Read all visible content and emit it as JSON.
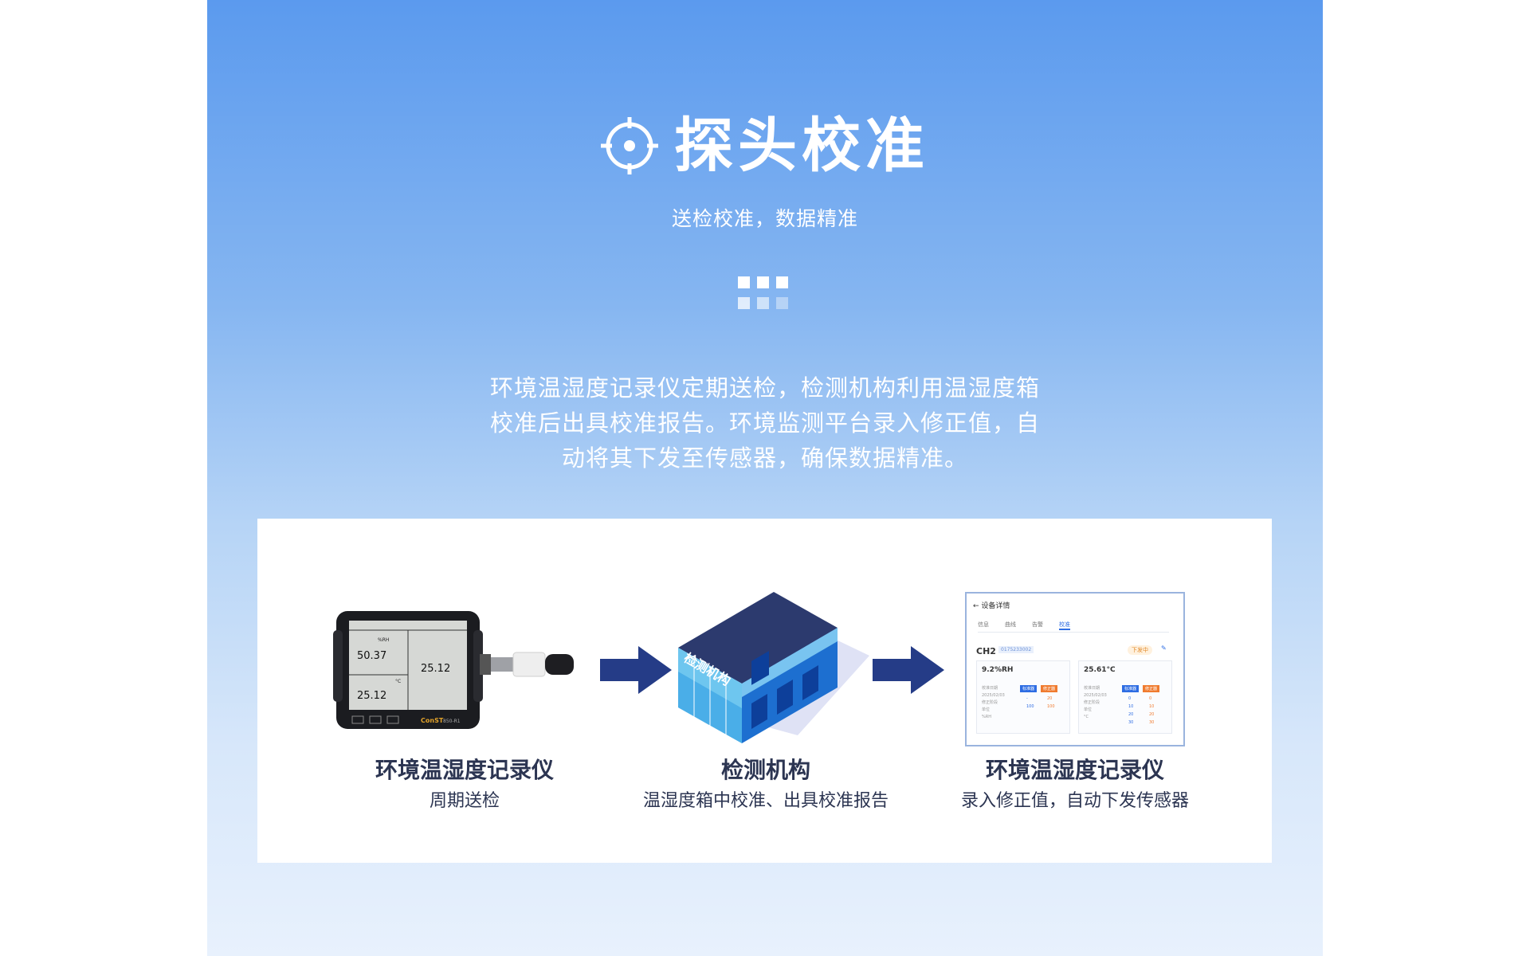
{
  "header": {
    "icon": "crosshair-icon",
    "title": "探头校准",
    "subtitle": "送检校准，数据精准"
  },
  "description": {
    "line1": "环境温湿度记录仪定期送检，检测机构利用温湿度箱",
    "line2": "校准后出具校准报告。环境监测平台录入修正值，自",
    "line3": "动将其下发至传感器，确保数据精准。"
  },
  "flow": {
    "step1": {
      "title": "环境温湿度记录仪",
      "subtitle": "周期送检"
    },
    "step2": {
      "title": "检测机构",
      "subtitle": "温湿度箱中校准、出具校准报告",
      "building_sign": "检测机构"
    },
    "step3": {
      "title": "环境温湿度记录仪",
      "subtitle": "录入修正值，自动下发传感器"
    }
  },
  "device": {
    "brand": "ConST",
    "model": "850-R1",
    "screen": {
      "unit_rh": "%RH",
      "unit_c": "°C",
      "value_rh": "50.37",
      "value_c": "25.12",
      "value_big": "25.12"
    }
  },
  "dashboard": {
    "back_label": "← 设备详情",
    "tabs": [
      "信息",
      "曲线",
      "告警",
      "校准"
    ],
    "channel": "CH2",
    "channel_tag": "0175233002",
    "status": "下发中",
    "left": {
      "value": "9.2%RH",
      "date_label": "校准日期",
      "date": "2025/02/03",
      "tag_a": "标准器",
      "tag_b": "修正器",
      "rows": [
        "修正阶段",
        "单位",
        "%RH"
      ],
      "nums_a": [
        "-",
        "100"
      ],
      "nums_b": [
        "20",
        "100"
      ]
    },
    "right": {
      "value": "25.61°C",
      "date_label": "校准日期",
      "date": "2025/02/03",
      "tag_a": "标准器",
      "tag_b": "修正器",
      "rows": [
        "修正阶段",
        "单位",
        "°C"
      ],
      "nums_a": [
        "0",
        "10",
        "20",
        "30"
      ],
      "nums_b": [
        "0",
        "10",
        "20",
        "30"
      ]
    }
  },
  "colors": {
    "accent": "#2e6de3",
    "arrow": "#253c87",
    "label_text": "#2c3552"
  }
}
